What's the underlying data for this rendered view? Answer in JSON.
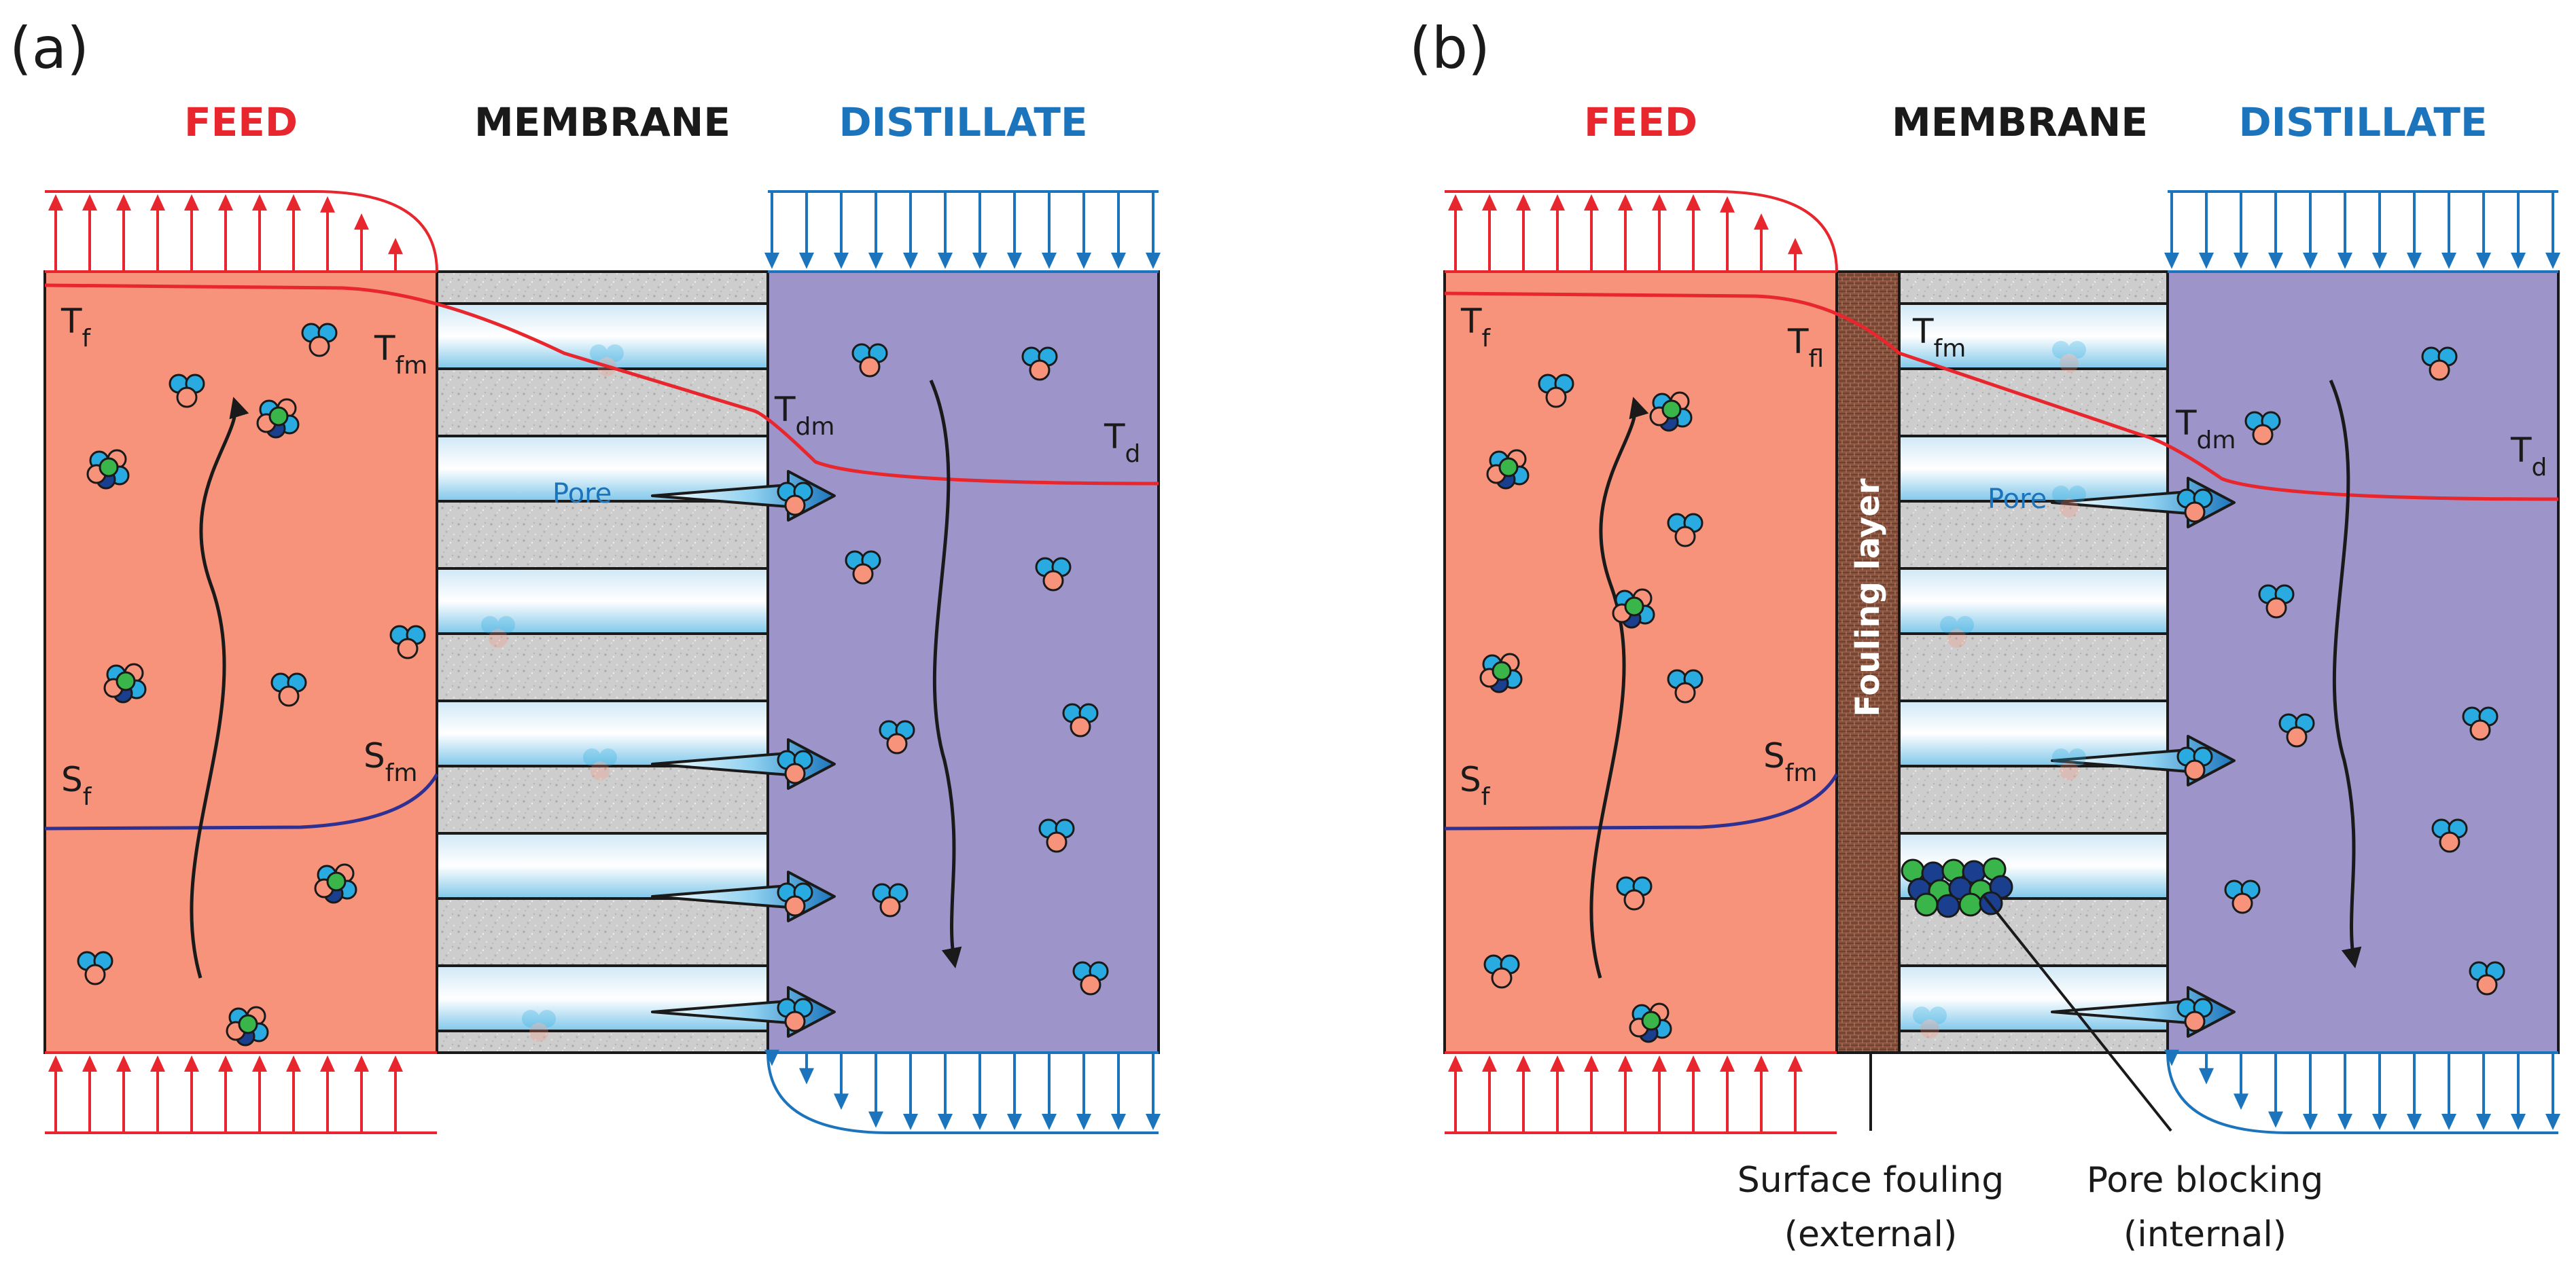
{
  "panels": [
    {
      "label": "(a)",
      "headers": {
        "feed": "FEED",
        "membrane": "MEMBRANE",
        "distillate": "DISTILLATE"
      },
      "symbols": {
        "t_f": {
          "base": "T",
          "sub": "f"
        },
        "t_fm": {
          "base": "T",
          "sub": "fm"
        },
        "t_dm": {
          "base": "T",
          "sub": "dm"
        },
        "t_d": {
          "base": "T",
          "sub": "d"
        },
        "s_f": {
          "base": "S",
          "sub": "f"
        },
        "s_fm": {
          "base": "S",
          "sub": "fm"
        }
      },
      "pore_label": "Pore"
    },
    {
      "label": "(b)",
      "headers": {
        "feed": "FEED",
        "membrane": "MEMBRANE",
        "distillate": "DISTILLATE"
      },
      "symbols": {
        "t_f": {
          "base": "T",
          "sub": "f"
        },
        "t_fl": {
          "base": "T",
          "sub": "fl"
        },
        "t_fm": {
          "base": "T",
          "sub": "fm"
        },
        "t_dm": {
          "base": "T",
          "sub": "dm"
        },
        "t_d": {
          "base": "T",
          "sub": "d"
        },
        "s_f": {
          "base": "S",
          "sub": "f"
        },
        "s_fm": {
          "base": "S",
          "sub": "fm"
        }
      },
      "pore_label": "Pore",
      "fouling_layer_label": "Fouling layer",
      "callouts": {
        "surface_fouling": {
          "line1": "Surface fouling",
          "line2": "(external)"
        },
        "pore_blocking": {
          "line1": "Pore blocking",
          "line2": "(internal)"
        }
      }
    }
  ],
  "colors": {
    "feed_text": "#e8262d",
    "distillate_text": "#1c75bc",
    "membrane_text": "#1a1a1a",
    "feed_fill": "#f7937a",
    "distillate_fill": "#9d95c9",
    "membrane_fill": "#cdcdcd",
    "fouling_fill": "#8a5440",
    "temperature_line": "#e8262d",
    "salinity_line": "#2e3192",
    "feed_arrows": "#e8262d",
    "distillate_arrows": "#1c75bc",
    "molecule_blue": "#29abe2",
    "molecule_orange": "#f7937a",
    "molecule_green": "#39b54a",
    "molecule_navy": "#1b3f8f"
  }
}
